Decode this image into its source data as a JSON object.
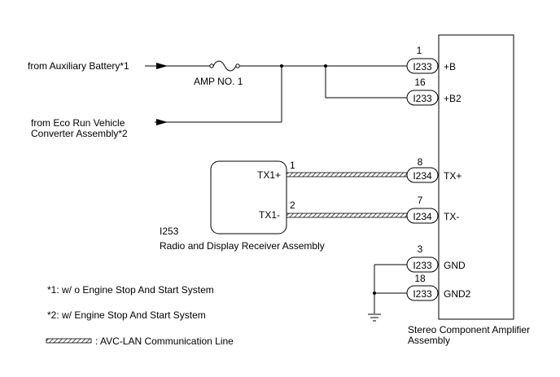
{
  "sources": {
    "aux_battery": "from Auxiliary Battery*1",
    "eco_run_line1": "from Eco Run Vehicle",
    "eco_run_line2": "Converter Assembly*2"
  },
  "fuse": {
    "label": "AMP NO. 1"
  },
  "radio": {
    "code": "I253",
    "name": "Radio and Display Receiver Assembly",
    "pins": [
      {
        "label": "TX1+",
        "num": "1"
      },
      {
        "label": "TX1-",
        "num": "2"
      }
    ]
  },
  "amplifier": {
    "name_line1": "Stereo Component Amplifier",
    "name_line2": "Assembly",
    "pins": [
      {
        "num": "1",
        "conn": "I233",
        "label": "+B"
      },
      {
        "num": "16",
        "conn": "I233",
        "label": "+B2"
      },
      {
        "num": "8",
        "conn": "I234",
        "label": "TX+"
      },
      {
        "num": "7",
        "conn": "I234",
        "label": "TX-"
      },
      {
        "num": "3",
        "conn": "I233",
        "label": "GND"
      },
      {
        "num": "18",
        "conn": "I233",
        "label": "GND2"
      }
    ]
  },
  "notes": [
    "*1: w/ o Engine Stop And Start System",
    "*2: w/ Engine Stop And Start System"
  ],
  "legend": {
    "avc_lan": ": AVC-LAN Communication Line"
  }
}
